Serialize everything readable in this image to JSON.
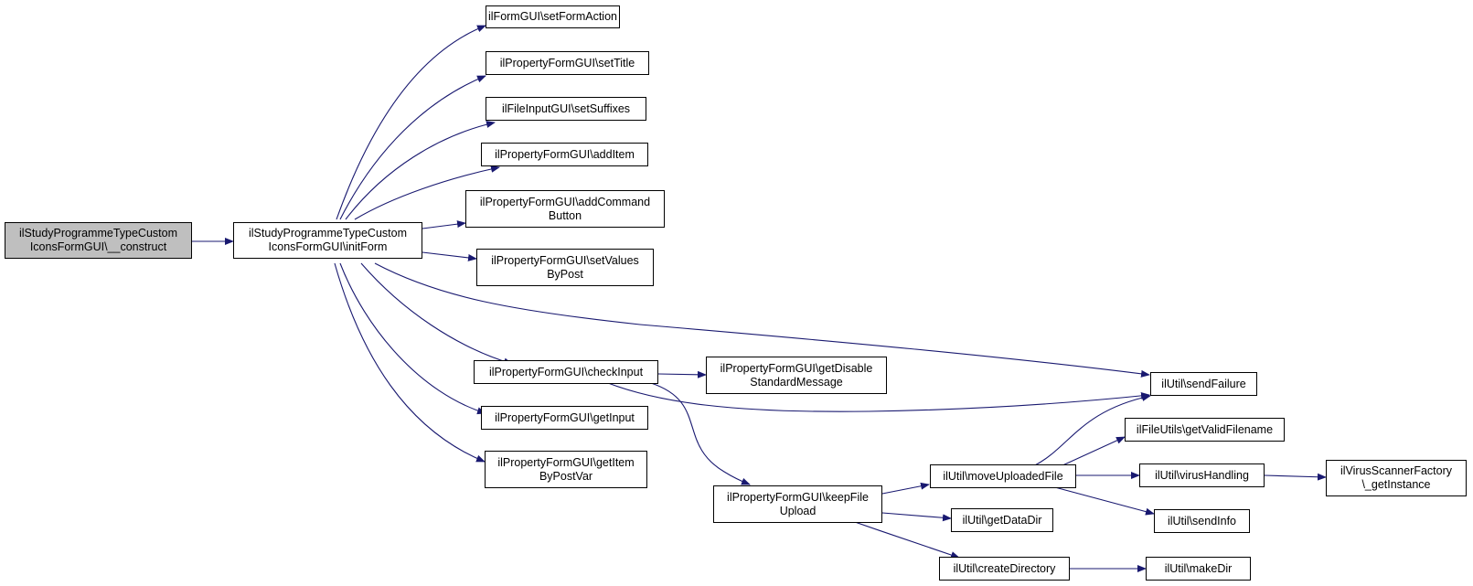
{
  "diagram": {
    "type": "call-graph",
    "edge_color": "#191970",
    "root_fill": "#bfbfbf",
    "nodes": {
      "construct": "ilStudyProgrammeTypeCustom\nIconsFormGUI\\__construct",
      "initForm": "ilStudyProgrammeTypeCustom\nIconsFormGUI\\initForm",
      "setFormAction": "ilFormGUI\\setFormAction",
      "setTitle": "ilPropertyFormGUI\\setTitle",
      "setSuffixes": "ilFileInputGUI\\setSuffixes",
      "addItem": "ilPropertyFormGUI\\addItem",
      "addCommandButton": "ilPropertyFormGUI\\addCommand\nButton",
      "setValuesByPost": "ilPropertyFormGUI\\setValues\nByPost",
      "checkInput": "ilPropertyFormGUI\\checkInput",
      "getInput": "ilPropertyFormGUI\\getInput",
      "getItemByPostVar": "ilPropertyFormGUI\\getItem\nByPostVar",
      "getDisableStandardMessage": "ilPropertyFormGUI\\getDisable\nStandardMessage",
      "sendFailure": "ilUtil\\sendFailure",
      "keepFileUpload": "ilPropertyFormGUI\\keepFile\nUpload",
      "moveUploadedFile": "ilUtil\\moveUploadedFile",
      "getDataDir": "ilUtil\\getDataDir",
      "createDirectory": "ilUtil\\createDirectory",
      "getValidFilename": "ilFileUtils\\getValidFilename",
      "virusHandling": "ilUtil\\virusHandling",
      "sendInfo": "ilUtil\\sendInfo",
      "makeDir": "ilUtil\\makeDir",
      "getInstance": "ilVirusScannerFactory\n\\_getInstance"
    },
    "edges": [
      [
        "construct",
        "initForm"
      ],
      [
        "initForm",
        "setFormAction"
      ],
      [
        "initForm",
        "setTitle"
      ],
      [
        "initForm",
        "setSuffixes"
      ],
      [
        "initForm",
        "addItem"
      ],
      [
        "initForm",
        "addCommandButton"
      ],
      [
        "initForm",
        "setValuesByPost"
      ],
      [
        "initForm",
        "sendFailure"
      ],
      [
        "initForm",
        "checkInput"
      ],
      [
        "initForm",
        "getInput"
      ],
      [
        "initForm",
        "getItemByPostVar"
      ],
      [
        "checkInput",
        "getDisableStandardMessage"
      ],
      [
        "checkInput",
        "sendFailure"
      ],
      [
        "checkInput",
        "keepFileUpload"
      ],
      [
        "keepFileUpload",
        "moveUploadedFile"
      ],
      [
        "keepFileUpload",
        "getDataDir"
      ],
      [
        "keepFileUpload",
        "createDirectory"
      ],
      [
        "moveUploadedFile",
        "sendFailure"
      ],
      [
        "moveUploadedFile",
        "getValidFilename"
      ],
      [
        "moveUploadedFile",
        "virusHandling"
      ],
      [
        "moveUploadedFile",
        "sendInfo"
      ],
      [
        "virusHandling",
        "getInstance"
      ],
      [
        "createDirectory",
        "makeDir"
      ]
    ]
  }
}
